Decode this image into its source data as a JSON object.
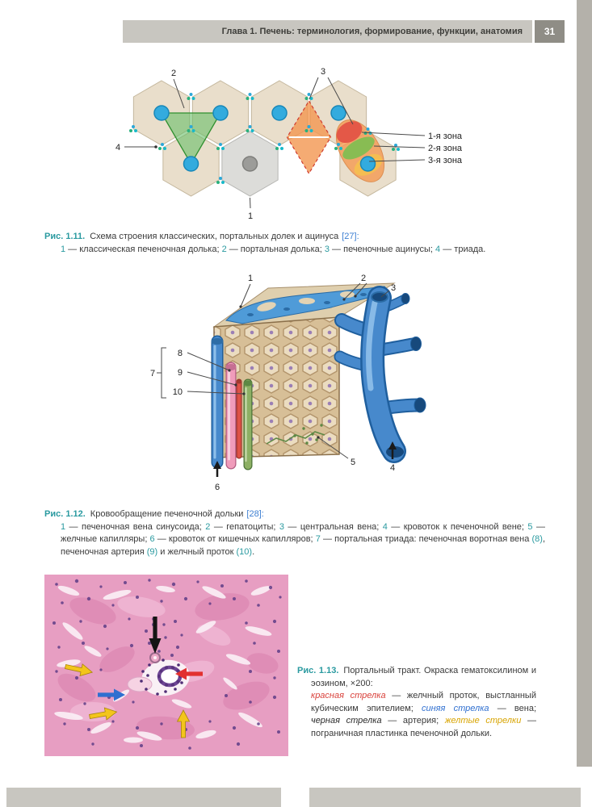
{
  "header": {
    "chapter": "Глава 1.  Печень: терминология, формирование, функции, анатомия",
    "page_number": "31"
  },
  "colors": {
    "accent_teal": "#2a9aa0",
    "citation_blue": "#3d7fd2",
    "arrow_red": "#e23030",
    "arrow_blue": "#2f6fd0",
    "arrow_yellow": "#f3c51c",
    "arrow_black": "#141414"
  },
  "fig11": {
    "callouts": {
      "c1": "1",
      "c2": "2",
      "c3": "3",
      "c4": "4"
    },
    "zone_labels": [
      "1-я зона",
      "2-я зона",
      "3-я зона"
    ],
    "caption": {
      "ref_label": "Рис. 1.11.",
      "title": "Схема строения классических, портальных долек и ацинуса",
      "citation": "[27]:",
      "legend": [
        {
          "num": "1",
          "text": " — классическая печеночная долька; "
        },
        {
          "num": "2",
          "text": " — портальная долька; "
        },
        {
          "num": "3",
          "text": " — печеночные ацинусы; "
        },
        {
          "num": "4",
          "text": " — триада."
        }
      ]
    }
  },
  "fig12": {
    "callouts": {
      "c1": "1",
      "c2": "2",
      "c3": "3",
      "c4": "4",
      "c5": "5",
      "c6": "6",
      "c7": "7",
      "c8": "8",
      "c9": "9",
      "c10": "10"
    },
    "caption": {
      "ref_label": "Рис. 1.12.",
      "title": "Кровообращение печеночной дольки",
      "citation": "[28]:",
      "legend": [
        {
          "num": "1",
          "text": " — печеночная вена синусоида; "
        },
        {
          "num": "2",
          "text": " — гепатоциты; "
        },
        {
          "num": "3",
          "text": " — центральная вена; "
        },
        {
          "num": "4",
          "text": " — кровоток к печеночной вене; "
        },
        {
          "num": "5",
          "text": " — желчные капилляры; "
        },
        {
          "num": "6",
          "text": " — кровоток от кишечных капилляров; "
        },
        {
          "num": "7",
          "text": " — портальная триада: печеночная воротная вена "
        },
        {
          "num": "(8)",
          "text": ", печеночная артерия "
        },
        {
          "num": "(9)",
          "text": " и желчный проток "
        },
        {
          "num": "(10)",
          "text": "."
        }
      ]
    }
  },
  "fig13": {
    "caption": {
      "ref_label": "Рис. 1.13.",
      "title": "Портальный тракт. Окраска гематоксилином и эозином, ×200:",
      "legend": [
        {
          "term": "красная стрелка",
          "text": " — желчный проток, выстланный кубическим эпителием; ",
          "color": "red"
        },
        {
          "term": "синяя стрелка",
          "text": " — вена; ",
          "color": "blue"
        },
        {
          "term": "черная стрелка",
          "text": " — артерия; ",
          "color": "black"
        },
        {
          "term": "желтые стрелки",
          "text": " — пограничная пластинка печеночной дольки.",
          "color": "yellow"
        }
      ]
    }
  }
}
